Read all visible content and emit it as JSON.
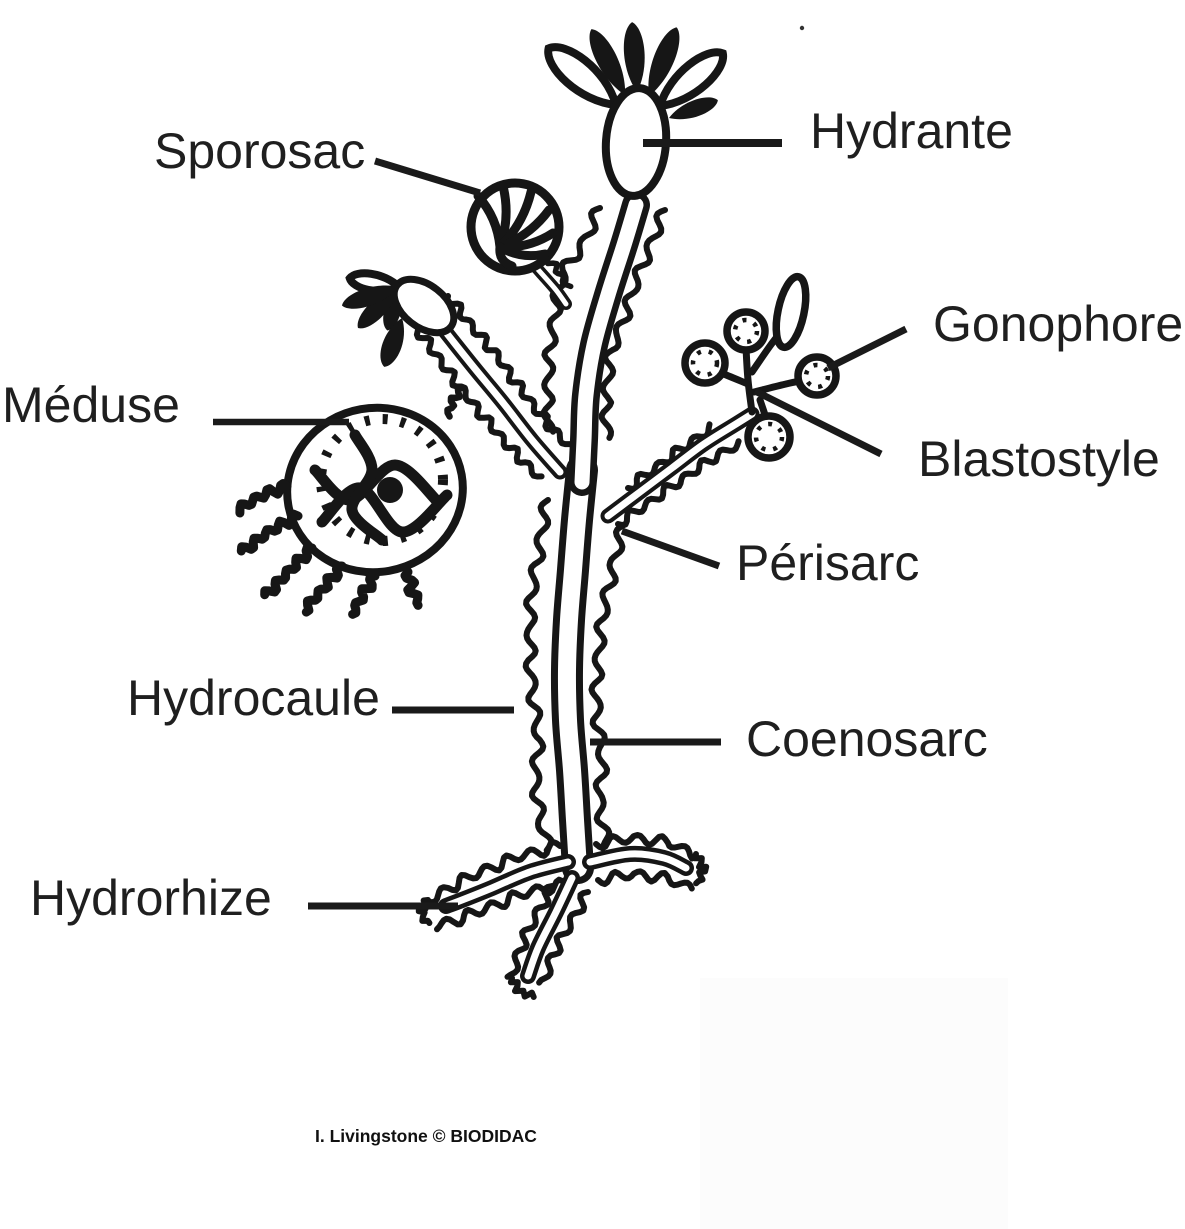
{
  "figure": {
    "title_implicit": "Hydroid colony anatomy diagram",
    "labels": {
      "sporosac": "Sporosac",
      "hydrante": "Hydrante",
      "gonophore": "Gonophore",
      "blastostyle": "Blastostyle",
      "meduse": "Méduse",
      "perisarc": "Périsarc",
      "hydrocaule": "Hydrocaule",
      "coenosarc": "Coenosarc",
      "hydrorhize": "Hydrorhize"
    },
    "credit": "I. Livingstone © BIODIDAC",
    "colors": {
      "ink": "#161616",
      "text": "#1f1f1f",
      "background": "#ffffff"
    }
  }
}
